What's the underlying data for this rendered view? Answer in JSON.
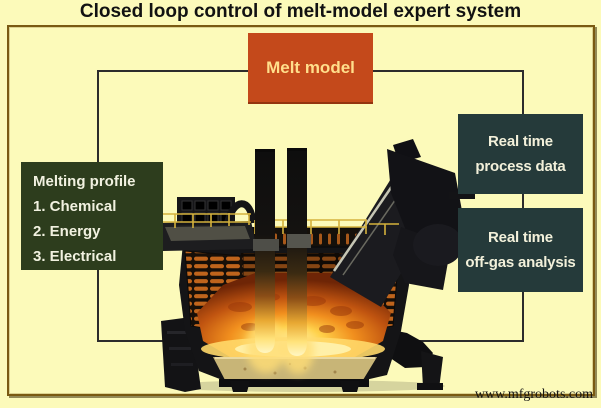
{
  "title": "Closed loop control of melt-model expert system",
  "melt_model": {
    "label": "Melt model"
  },
  "melting_profile": {
    "title": "Melting profile",
    "items": [
      "1. Chemical",
      "2. Energy",
      "3. Electrical"
    ]
  },
  "process_data": {
    "line1": "Real time",
    "line2": "process data"
  },
  "offgas_analysis": {
    "line1": "Real time",
    "line2": "off-gas analysis"
  },
  "watermark": "www.mfgrobots.com",
  "illustration": {
    "name": "electric-arc-furnace-cutaway",
    "description": "cutaway render of an electric arc furnace with two graphite electrodes, glowing melt, water-cooled tube panels and off-gas duct"
  },
  "colors": {
    "background": "#FCFABA",
    "outer_frame": "#7a5a12",
    "loop_line": "#2c2c2c",
    "melt_model_bg": "#c4491b",
    "melt_model_text": "#ffdf8c",
    "melting_profile_bg": "#2d3d1d",
    "realtime_box_bg": "#253a3a",
    "box_text": "#f2f0da",
    "title_text": "#121212",
    "glow_hot": "#fff3a6",
    "panel_orange": "#bf641c",
    "railing_yellow": "#d4b13c"
  }
}
